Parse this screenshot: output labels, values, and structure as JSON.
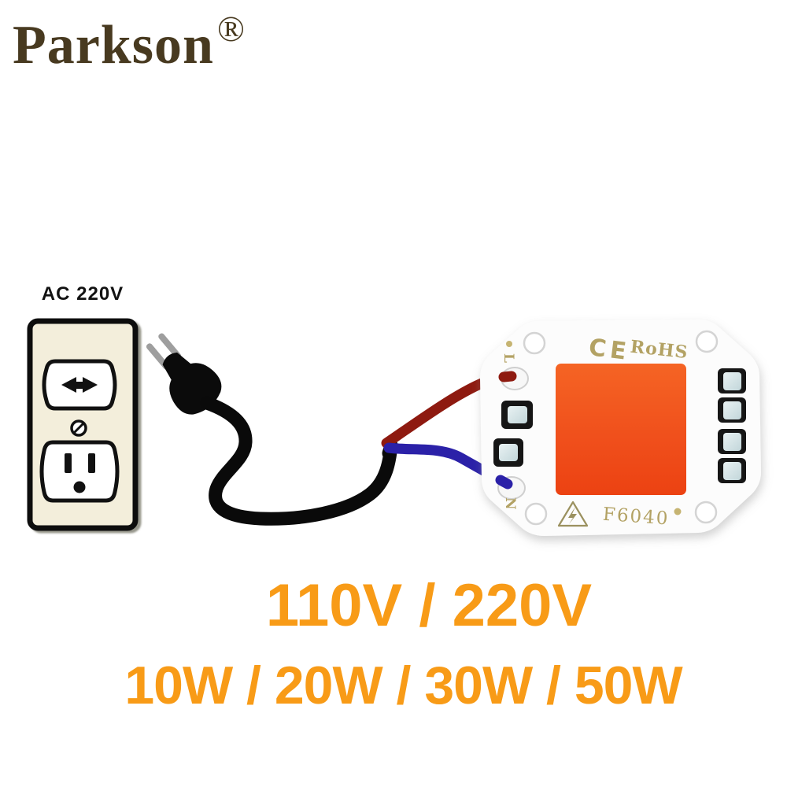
{
  "brand": {
    "name": "Parkson",
    "registered": "®"
  },
  "outlet": {
    "label": "AC 220V"
  },
  "chip": {
    "ce_mark": "CE",
    "rohs_mark": "RoHS",
    "terminal_live": "L",
    "terminal_neutral": "N",
    "model": "F6040"
  },
  "specs": {
    "voltage": "110V / 220V",
    "wattage": "10W / 20W / 30W / 50W"
  },
  "colors": {
    "brand_brown": "#483a20",
    "spec_orange": "#f89b17",
    "cob_emitter_orange": "#f05520",
    "live_wire_red": "#8e1a10",
    "neutral_wire_blue": "#2b21a8",
    "chip_marking_gold": "#b3a264",
    "outlet_plate_cream": "#f3eedb"
  }
}
